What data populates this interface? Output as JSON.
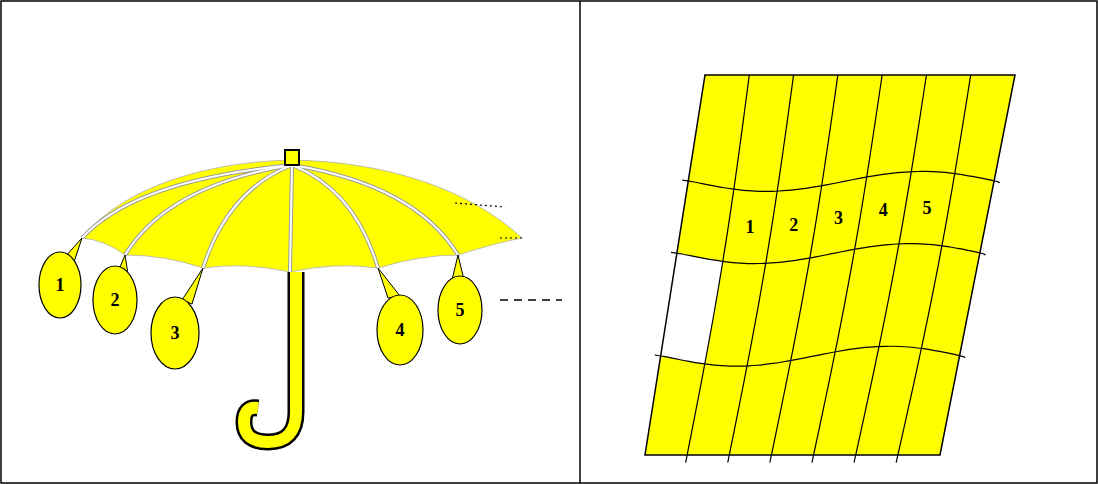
{
  "diagram": {
    "nodes": [
      {
        "text": [
          "1"
        ]
      },
      {
        "text": [
          "2"
        ]
      },
      {
        "text": [
          "3"
        ]
      },
      {
        "text": [
          "4"
        ]
      },
      {
        "text": [
          "5"
        ]
      }
    ],
    "labels": [
      "1",
      "2",
      "3",
      "4",
      "5"
    ]
  }
}
